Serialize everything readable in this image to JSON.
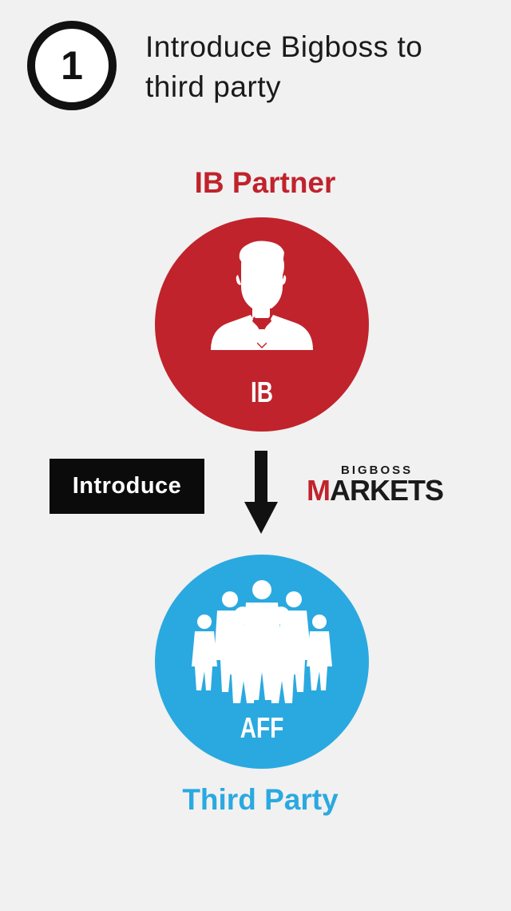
{
  "step": {
    "number": "1",
    "title_line1": "Introduce Bigboss to",
    "title_line2": "third party"
  },
  "ib": {
    "label": "IB Partner",
    "code": "IB",
    "color": "#c0232c",
    "icon": "person-icon"
  },
  "action": {
    "label": "Introduce",
    "arrow_icon": "arrow-down-icon"
  },
  "brand": {
    "line1": "BIGBOSS",
    "line2_first": "M",
    "line2_rest": "ARKETS"
  },
  "aff": {
    "label": "Third Party",
    "code": "AFF",
    "color": "#2aa9e0",
    "icon": "group-icon"
  }
}
